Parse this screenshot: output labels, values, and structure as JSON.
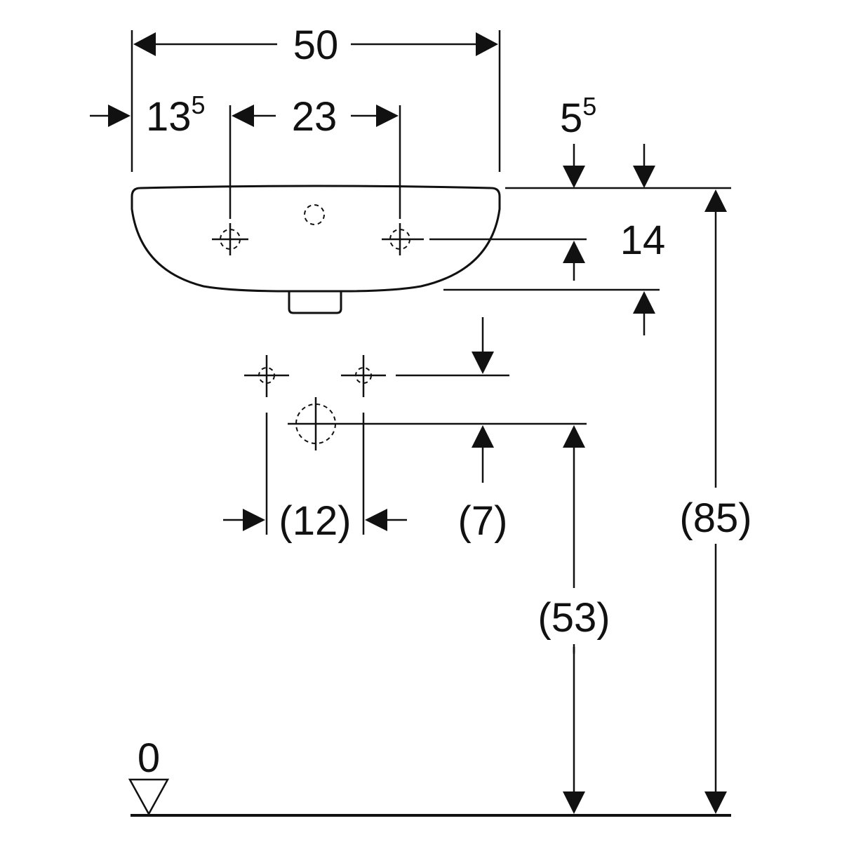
{
  "diagram": {
    "dimensions": {
      "overall_width": "50",
      "left_offset": {
        "base": "13",
        "sup": "5"
      },
      "tap_spacing": "23",
      "rim_thickness": {
        "base": "5",
        "sup": "5"
      },
      "basin_depth": "14",
      "wall_hole_spacing": "(12)",
      "wall_hole_offset": "(7)",
      "drain_height": "(53)",
      "rim_height": "(85)",
      "floor_level": "0"
    }
  }
}
